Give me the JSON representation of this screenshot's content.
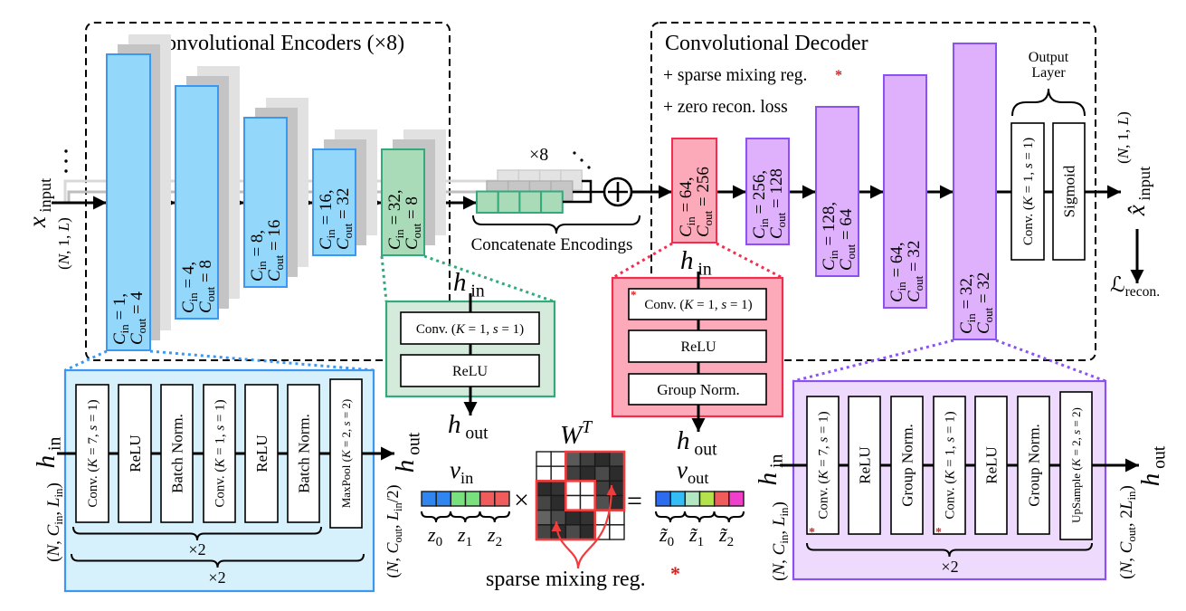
{
  "encoder": {
    "title": "Convolutional Encoders (×8)",
    "input_label": "~{x}_{ input}",
    "input_shape": "(~{N}, 1, ~{L})",
    "blocks": [
      {
        "c_in": "~{C}_{in} = 1,",
        "c_out": "~{C}_{out} = 4"
      },
      {
        "c_in": "~{C}_{in} = 4,",
        "c_out": "~{C}_{out} = 8"
      },
      {
        "c_in": "~{C}_{in} = 8,",
        "c_out": "~{C}_{out} = 16"
      },
      {
        "c_in": "~{C}_{in} = 16,",
        "c_out": "~{C}_{out} = 32"
      },
      {
        "c_in": "~{C}_{in} = 32,",
        "c_out": "~{C}_{out} = 8"
      }
    ]
  },
  "concat": {
    "multiplier": "×8",
    "label": "Concatenate Encodings"
  },
  "decoder": {
    "title": "Convolutional Decoder",
    "notes": [
      "+ sparse mixing reg.",
      "+ zero recon. loss"
    ],
    "note_marker": "*",
    "blocks": [
      {
        "c_in": "~{C}_{in} = 64,",
        "c_out": "~{C}_{out} = 256"
      },
      {
        "c_in": "~{C}_{in} = 256,",
        "c_out": "~{C}_{out} = 128"
      },
      {
        "c_in": "~{C}_{in} = 128,",
        "c_out": "~{C}_{out} = 64"
      },
      {
        "c_in": "~{C}_{in} = 64,",
        "c_out": "~{C}_{out} = 32"
      },
      {
        "c_in": "~{C}_{in} = 32,",
        "c_out": "~{C}_{out} = 32"
      }
    ],
    "output_layer": {
      "label_lines": [
        "Output",
        "Layer"
      ],
      "conv": "Conv. (~{K} = 1, ~{s} = 1)",
      "activation": "Sigmoid"
    },
    "output_label": "~{x̂}_{ input}",
    "output_shape": "(~{N}, 1, ~{L})",
    "loss_label": "ℒ_{recon.}"
  },
  "encoder_detail": {
    "in_label": "~{h}_{ in}",
    "in_shape": "(~{N}, ~{C}_{in}, ~{L}_{in})",
    "layers": [
      "Conv. (~{K} = 7, ~{s} = 1)",
      "ReLU",
      "Batch Norm.",
      "Conv. (~{K} = 1, ~{s} = 1)",
      "ReLU",
      "Batch Norm."
    ],
    "pool": "MaxPool (~{K} = 2, ~{s} = 2)",
    "inner_repeat": "×2",
    "outer_repeat": "×2",
    "out_label": "~{h}_{ out}",
    "out_shape": "(~{N}, ~{C}_{out}, ~{L}_{in}/2)"
  },
  "bottleneck_detail": {
    "in_label": "~{h}_{ in}",
    "layers": [
      "Conv. (~{K} = 1, ~{s} = 1)",
      "ReLU"
    ],
    "out_label": "~{h}_{ out}"
  },
  "decoder_input_detail": {
    "in_label": "~{h}_{ in}",
    "layers": [
      "Conv. (~{K} = 1, ~{s} = 1)",
      "ReLU",
      "Group Norm."
    ],
    "regularized_marker": "*",
    "out_label": "~{h}_{ out}"
  },
  "decoder_detail": {
    "in_label": "~{h}_{ in}",
    "in_shape": "(~{N}, ~{C}_{in}, ~{L}_{in})",
    "layers": [
      "Conv. (~{K} = 7, ~{s} = 1)",
      "ReLU",
      "Group Norm.",
      "Conv. (~{K} = 1, ~{s} = 1)",
      "ReLU",
      "Group Norm."
    ],
    "upsample": "UpSample (~{K} = 2, ~{s} = 2)",
    "repeat": "×2",
    "regularized_marker": "*",
    "out_label": "~{h}_{ out}",
    "out_shape": "(~{N}, ~{C}_{out}, 2~{L}_{in})"
  },
  "mixing": {
    "v_in_label": "~{v}_{in}",
    "v_out_label": "~{v}_{out}",
    "w_label": "~{W}^{T}",
    "times": "×",
    "equals": "=",
    "v_in_colors": [
      "#2f86f0",
      "#2f86f0",
      "#78e07c",
      "#78e07c",
      "#f05c5c",
      "#f05c5c"
    ],
    "v_out_colors": [
      "#2b6cf0",
      "#33bdf6",
      "#b3e6c2",
      "#b4e24b",
      "#f05c5c",
      "#f03fcb"
    ],
    "z_in": [
      "~{z}_{0}",
      "~{z}_{1}",
      "~{z}_{2}"
    ],
    "z_out": [
      "~{z̃}_{0}",
      "~{z̃}_{1}",
      "~{z̃}_{2}"
    ],
    "matrix": [
      [
        "#ffffff",
        "#ffffff",
        "#5a5a5a",
        "#3f3f3f",
        "#2c2c2c",
        "#454545"
      ],
      [
        "#ffffff",
        "#ffffff",
        "#404040",
        "#2c2c2c",
        "#4a4a4a",
        "#2c2c2c"
      ],
      [
        "#2c2c2c",
        "#333333",
        "#ffffff",
        "#ffffff",
        "#3f3f3f",
        "#2c2c2c"
      ],
      [
        "#454545",
        "#2c2c2c",
        "#ffffff",
        "#ffffff",
        "#505050",
        "#2c2c2c"
      ],
      [
        "#636363",
        "#4a4a4a",
        "#2c2c2c",
        "#333333",
        "#ffffff",
        "#ffffff"
      ],
      [
        "#454545",
        "#2c2c2c",
        "#4a4a4a",
        "#2c2c2c",
        "#ffffff",
        "#ffffff"
      ]
    ],
    "caption": "sparse mixing reg.",
    "caption_marker": "*"
  },
  "colors": {
    "encoder": {
      "fill": "#93d7fa",
      "stroke": "#3b98f2",
      "panel": "#d6f0fc"
    },
    "bottleneck": {
      "fill": "#a9dbb8",
      "stroke": "#33a97c",
      "panel": "#d4ebdc"
    },
    "decoder_input": {
      "fill": "#fca9ba",
      "stroke": "#f22e4f",
      "panel": "#fca9ba"
    },
    "decoder": {
      "fill": "#dfb0fb",
      "stroke": "#8a52f2",
      "panel": "#eedafc"
    },
    "highlight": "#f03c3c"
  }
}
